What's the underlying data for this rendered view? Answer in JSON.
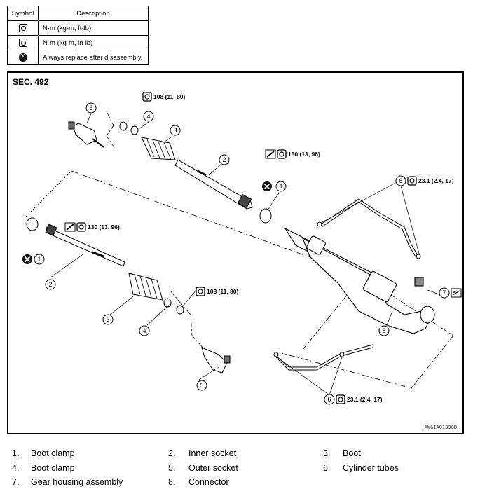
{
  "symbol_table": {
    "header_symbol": "Symbol",
    "header_description": "Description",
    "rows": [
      {
        "icon": "torque-wrench-icon",
        "text": "N·m (kg-m, ft-lb)"
      },
      {
        "icon": "torque-wrench-small-icon",
        "text": "N·m (kg-m, in-lb)"
      },
      {
        "icon": "always-replace-icon",
        "text": "Always replace after disassembly."
      }
    ]
  },
  "diagram": {
    "section": "SEC. 492",
    "code": "AWGIA0139GB",
    "torques": {
      "t108": "108 (11, 80)",
      "t130": "130 (13, 96)",
      "t23": "23.1 (2.4, 17)"
    },
    "callouts": [
      "1",
      "2",
      "3",
      "4",
      "5",
      "6",
      "7",
      "8"
    ]
  },
  "parts": [
    {
      "num": "1.",
      "name": "Boot clamp"
    },
    {
      "num": "2.",
      "name": "Inner socket"
    },
    {
      "num": "3.",
      "name": "Boot"
    },
    {
      "num": "4.",
      "name": "Boot clamp"
    },
    {
      "num": "5.",
      "name": "Outer socket"
    },
    {
      "num": "6.",
      "name": "Cylinder tubes"
    },
    {
      "num": "7.",
      "name": "Gear housing assembly"
    },
    {
      "num": "8.",
      "name": "Connector"
    }
  ]
}
